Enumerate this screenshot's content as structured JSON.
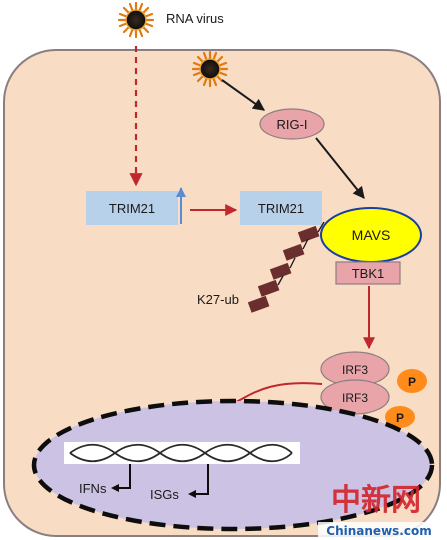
{
  "virus_label": "RNA virus",
  "nodes": {
    "trim21_left": "TRIM21",
    "trim21_right": "TRIM21",
    "rig_i": "RIG-I",
    "mavs": "MAVS",
    "tbk1": "TBK1",
    "irf3_top": "IRF3",
    "irf3_bottom": "IRF3",
    "phospho_top": "P",
    "phospho_bottom": "P",
    "k27_ub": "K27-ub"
  },
  "nucleus": {
    "gene_ifns": "IFNs",
    "gene_isgs": "ISGs"
  },
  "watermark": {
    "chinese": "中新网",
    "url": "Chinanews.com"
  },
  "colors": {
    "cell_fill": "#f9dcc4",
    "cell_border": "#8a7f80",
    "trim21_box": "#b8d1ea",
    "rig_i_fill": "#e8a4a9",
    "mavs_fill": "#ffff00",
    "tbk1_fill": "#e8a4a9",
    "irf3_fill": "#e8a4a9",
    "phospho_fill": "#ff8c1a",
    "nucleus_fill": "#ccc3e4",
    "arrow_red": "#c0282d",
    "ub_block": "#6b2e2e",
    "up_arrow": "#5b8bd0",
    "watermark": "#d3262e"
  }
}
